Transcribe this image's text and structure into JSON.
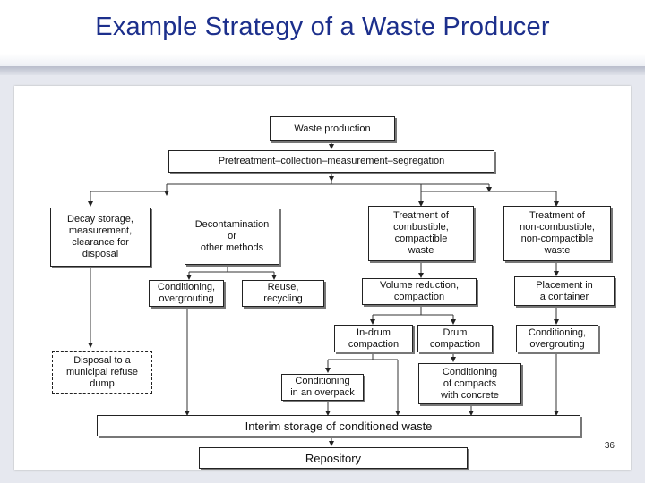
{
  "slide": {
    "title": "Example Strategy of a Waste Producer",
    "page_number": "36"
  },
  "nodes": {
    "waste_production": "Waste production",
    "pretreatment": "Pretreatment–collection–measurement–segregation",
    "decay_storage": "Decay storage,\nmeasurement,\nclearance for\ndisposal",
    "decontamination": "Decontamination\nor\nother methods",
    "treatment_combustible": "Treatment of\ncombustible,\ncompactible\nwaste",
    "treatment_noncombustible": "Treatment of\nnon-combustible,\nnon-compactible\nwaste",
    "conditioning_overgrouting_1": "Conditioning,\novergrouting",
    "reuse_recycling": "Reuse,\nrecycling",
    "volume_reduction": "Volume reduction,\ncompaction",
    "placement_container": "Placement in\na container",
    "in_drum_compaction": "In-drum\ncompaction",
    "drum_compaction": "Drum\ncompaction",
    "conditioning_overgrouting_2": "Conditioning,\novergrouting",
    "disposal_municipal": "Disposal to a\nmunicipal refuse\ndump",
    "conditioning_overpack": "Conditioning\nin an overpack",
    "conditioning_compacts": "Conditioning\nof compacts\nwith concrete",
    "interim_storage": "Interim storage of conditioned waste",
    "repository": "Repository"
  }
}
